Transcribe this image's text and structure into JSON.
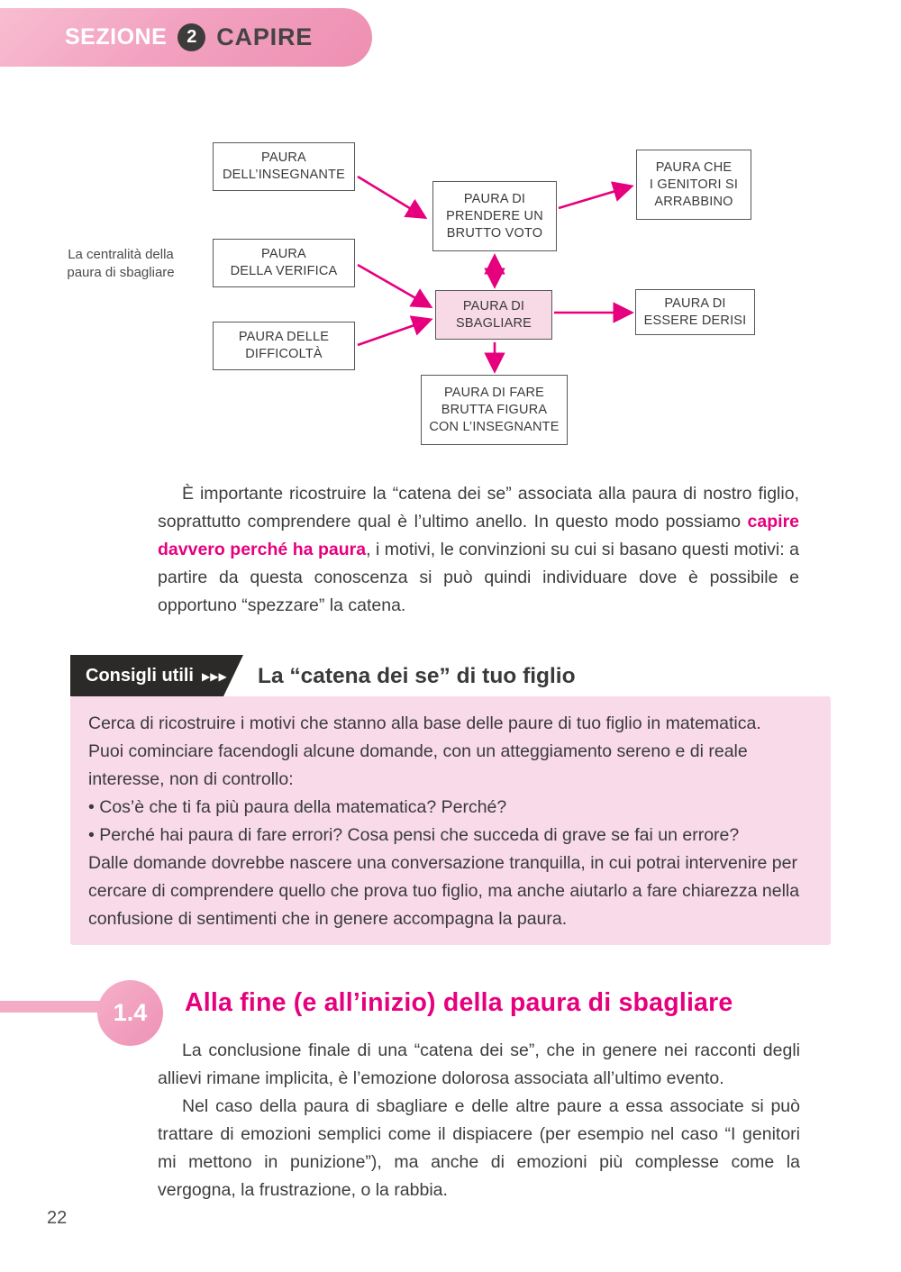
{
  "header": {
    "section_label": "SEZIONE",
    "section_number": "2",
    "section_title": "CAPIRE"
  },
  "diagram": {
    "caption": "La centralità della\npaura di sbagliare",
    "boxes": [
      {
        "label": "PAURA\nDELL’INSEGNANTE"
      },
      {
        "label": "PAURA\nDELLA VERIFICA"
      },
      {
        "label": "PAURA DELLE\nDIFFICOLTÀ"
      },
      {
        "label": "PAURA DI\nPRENDERE UN\nBRUTTO VOTO"
      },
      {
        "label": "PAURA DI\nSBAGLIARE",
        "highlight": true
      },
      {
        "label": "PAURA CHE\nI GENITORI SI\nARRABBINO"
      },
      {
        "label": "PAURA DI\nESSERE DERISI"
      },
      {
        "label": "PAURA DI FARE\nBRUTTA FIGURA\nCON L’INSEGNANTE"
      }
    ]
  },
  "intro": {
    "before": "È importante ricostruire la “catena dei se” associata alla paura di nostro figlio, soprattutto comprendere qual è l’ultimo anello. In questo modo possiamo ",
    "highlight": "capire davvero perché ha paura",
    "after": ", i motivi, le convinzioni su cui si basano questi motivi: a partire da questa conoscenza si può quindi individuare dove è possibile e opportuno “spezzare” la catena."
  },
  "tips": {
    "tab_label": "Consigli utili",
    "tab_arrows": "▶▶▶",
    "title": "La “catena dei se” di tuo figlio",
    "intro": "Cerca di ricostruire i motivi che stanno alla base delle paure di tuo figlio in matematica. Puoi cominciare facendogli alcune domande, con un atteggiamento sereno e di reale interesse, non di controllo:",
    "bullets": [
      "• Cos’è che ti fa più paura della matematica? Perché?",
      "• Perché hai paura di fare errori? Cosa pensi che succeda di grave se fai un errore?"
    ],
    "outro": "Dalle domande dovrebbe nascere una conversazione tranquilla, in cui potrai intervenire per cercare di comprendere quello che prova tuo figlio, ma anche aiutarlo a fare chiarezza nella confusione di sentimenti che in genere accompagna la paura."
  },
  "section": {
    "number": "1.4",
    "title": "Alla fine (e all’inizio) della paura di sbagliare",
    "paragraph1": "La conclusione finale di una “catena dei se”, che in genere nei racconti degli allievi rimane implicita, è l’emozione dolorosa associata all’ultimo evento.",
    "paragraph2": "Nel caso della paura di sbagliare e delle altre paure a essa associate si può trattare di emozioni semplici come il dispiacere (per esempio nel caso “I genitori mi mettono in punizione”), ma anche di emozioni più complesse come la vergogna, la frustrazione, o la rabbia."
  },
  "footer": {
    "page_number": "22"
  },
  "colors": {
    "accent": "#e6007e",
    "banner_pink": "#f2a2c0",
    "box_pink": "#f8dae8",
    "tab_dark": "#2b2a29"
  }
}
